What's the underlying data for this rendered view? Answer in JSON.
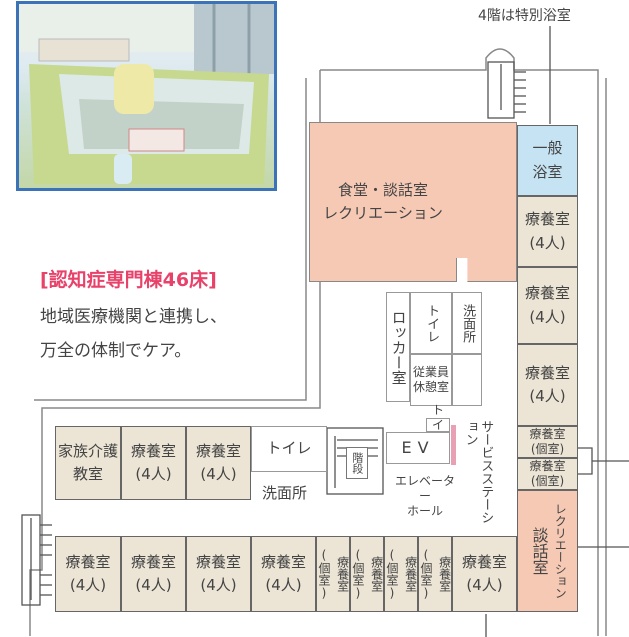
{
  "note": "4階は特別浴室",
  "heading": "[認知症専門棟46床]",
  "description": [
    "地域医療機関と連携し、",
    "万全の体制でケア。"
  ],
  "colors": {
    "heading": "#e8426a",
    "bath": "#c6e3f3",
    "dining": "#f6c9b5",
    "room": "#ece5d6",
    "accent": "#e8a0b5",
    "photo_border": "#3b72b8"
  },
  "rooms": {
    "dining": [
      "食堂・談話室",
      "レクリエーション"
    ],
    "bath": [
      "一般",
      "浴室"
    ],
    "room_4": [
      "療養室",
      "(4人)"
    ],
    "room_private": [
      "療養室",
      "(個室)"
    ],
    "family": [
      "家族介護",
      "教室"
    ],
    "toilet": "トイレ",
    "washroom": "洗面所",
    "washroom_v": "洗面所",
    "locker": "ロッカー室",
    "staff_rest": [
      "従業員",
      "休憩室"
    ],
    "stairs": "階段",
    "elevator": "EV",
    "elevator_hall": [
      "エレベーター",
      "ホール"
    ],
    "service_station": "サービスステーション",
    "recreation": "談話室",
    "recreation_sub": "レクリエーション",
    "private_v": "(個室)",
    "room_v": "療養室"
  }
}
